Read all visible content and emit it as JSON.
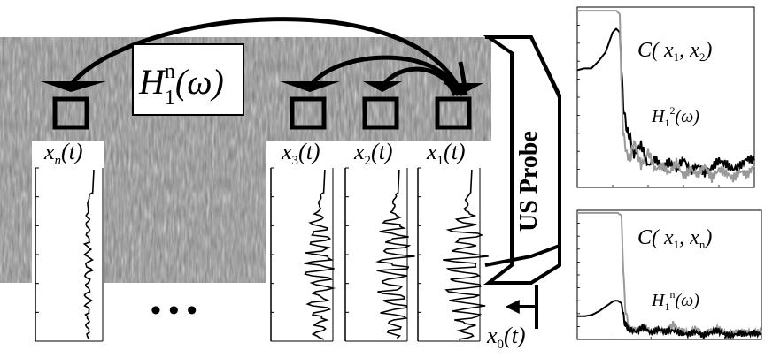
{
  "diagram": {
    "h_label": {
      "base": "H",
      "sub": "1",
      "sup": "n",
      "arg": "(ω)"
    },
    "probe_label": "US Probe",
    "ellipsis": "• • •",
    "traces": [
      {
        "id": "xn",
        "base": "x",
        "sub": "n",
        "arg": "(t)",
        "amplitude": 0.15
      },
      {
        "id": "x3",
        "base": "x",
        "sub": "3",
        "arg": "(t)",
        "amplitude": 0.55
      },
      {
        "id": "x2",
        "base": "x",
        "sub": "2",
        "arg": "(t)",
        "amplitude": 0.75
      },
      {
        "id": "x1",
        "base": "x",
        "sub": "1",
        "arg": "(t)",
        "amplitude": 0.9
      }
    ],
    "source_label": {
      "base": "x",
      "sub": "0",
      "arg": "(t)"
    }
  },
  "chart_data": [
    {
      "type": "line",
      "ylim": [
        0,
        1
      ],
      "xlim": [
        0,
        250
      ],
      "series": [
        {
          "name": "C(x1, x2)",
          "color": "#000000",
          "x": [
            0,
            10,
            20,
            30,
            40,
            50,
            55,
            60,
            62,
            65,
            70,
            75,
            80,
            90,
            100,
            110,
            120,
            130,
            140,
            150,
            160,
            170,
            180,
            190,
            200,
            210,
            220,
            230,
            240,
            250
          ],
          "y": [
            0.65,
            0.66,
            0.66,
            0.7,
            0.75,
            0.86,
            0.88,
            0.86,
            0.7,
            0.45,
            0.32,
            0.27,
            0.18,
            0.24,
            0.12,
            0.16,
            0.11,
            0.14,
            0.1,
            0.16,
            0.09,
            0.12,
            0.08,
            0.11,
            0.15,
            0.13,
            0.1,
            0.12,
            0.16,
            0.15
          ]
        },
        {
          "name": "H1^2(ω)",
          "color": "#999999",
          "x": [
            0,
            10,
            20,
            30,
            40,
            50,
            55,
            60,
            62,
            65,
            70,
            75,
            80,
            90,
            100,
            110,
            120,
            130,
            140,
            150,
            160,
            170,
            180,
            190,
            200,
            210,
            220,
            230,
            240,
            250
          ],
          "y": [
            0.98,
            0.98,
            0.98,
            0.98,
            0.98,
            0.98,
            0.98,
            0.96,
            0.6,
            0.3,
            0.18,
            0.16,
            0.26,
            0.12,
            0.2,
            0.1,
            0.12,
            0.08,
            0.14,
            0.06,
            0.1,
            0.07,
            0.12,
            0.05,
            0.1,
            0.08,
            0.05,
            0.09,
            0.07,
            0.12
          ]
        }
      ],
      "labels": [
        {
          "base": "C",
          "arg": "( x",
          "sub1": "1",
          "mid": ", x",
          "sub2": "2",
          "close": ")"
        },
        {
          "base": "H",
          "sub": "1",
          "sup": "2",
          "arg": "(ω)"
        }
      ]
    },
    {
      "type": "line",
      "ylim": [
        0,
        1
      ],
      "xlim": [
        0,
        250
      ],
      "series": [
        {
          "name": "C(x1, xn)",
          "color": "#999999",
          "x": [
            0,
            10,
            20,
            30,
            40,
            50,
            55,
            60,
            62,
            65,
            70,
            80,
            90,
            100,
            110,
            120,
            130,
            140,
            150,
            160,
            170,
            180,
            190,
            200,
            210,
            220,
            230,
            240,
            250
          ],
          "y": [
            0.98,
            0.98,
            0.98,
            0.98,
            0.98,
            0.98,
            0.98,
            0.96,
            0.6,
            0.25,
            0.08,
            0.07,
            0.1,
            0.06,
            0.08,
            0.05,
            0.12,
            0.07,
            0.05,
            0.08,
            0.04,
            0.06,
            0.09,
            0.05,
            0.04,
            0.07,
            0.05,
            0.06,
            0.05
          ]
        },
        {
          "name": "H1^n(ω)",
          "color": "#000000",
          "x": [
            0,
            10,
            20,
            30,
            40,
            50,
            55,
            60,
            62,
            65,
            70,
            80,
            90,
            100,
            110,
            120,
            130,
            140,
            150,
            160,
            170,
            180,
            190,
            200,
            210,
            220,
            230,
            240,
            250
          ],
          "y": [
            0.18,
            0.18,
            0.19,
            0.22,
            0.26,
            0.3,
            0.3,
            0.28,
            0.2,
            0.12,
            0.08,
            0.06,
            0.1,
            0.05,
            0.08,
            0.06,
            0.07,
            0.05,
            0.04,
            0.06,
            0.03,
            0.05,
            0.07,
            0.04,
            0.03,
            0.05,
            0.04,
            0.05,
            0.04
          ]
        }
      ],
      "labels": [
        {
          "base": "C",
          "arg": "( x",
          "sub1": "1",
          "mid": ", x",
          "sub2": "n",
          "close": ")"
        },
        {
          "base": "H",
          "sub": "1",
          "sup": "n",
          "arg": "(ω)"
        }
      ]
    }
  ]
}
